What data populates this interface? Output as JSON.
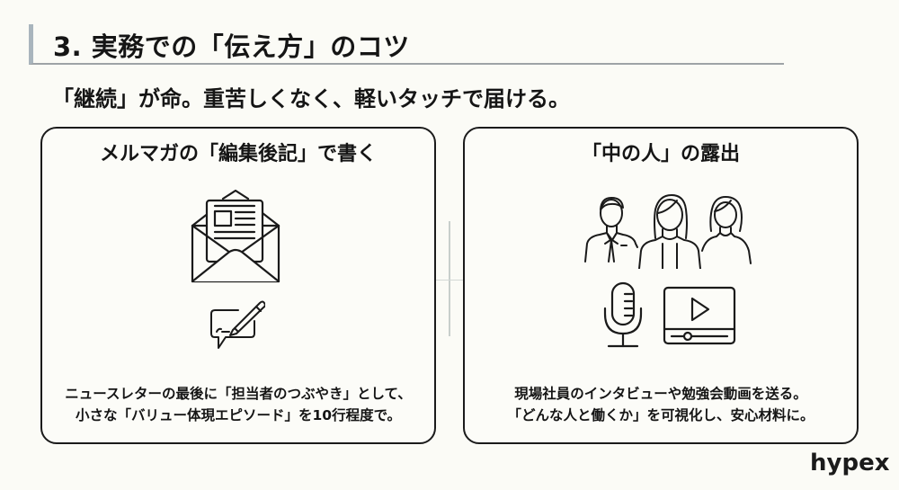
{
  "slide": {
    "title": "3. 実務での「伝え方」のコツ",
    "subtitle": "「継続」が命。重苦しくなく、軽いタッチで届ける。",
    "logo": "hypex",
    "colors": {
      "background": "#fbfbf6",
      "title_accent_bar": "#a9b5bd",
      "title_underline": "#9ea3a6",
      "card_border": "#1b1b1b",
      "divider": "#c8cfcc"
    }
  },
  "cards": [
    {
      "title": "メルマガの「編集後記」で書く",
      "icons": [
        "newsletter-envelope-icon",
        "chat-pencil-icon"
      ],
      "body_lines": [
        "ニュースレターの最後に「担当者のつぶやき」として、",
        "小さな「バリュー体現エピソード」を10行程度で。"
      ]
    },
    {
      "title": "「中の人」の露出",
      "icons": [
        "people-group-icon",
        "microphone-icon",
        "video-player-icon"
      ],
      "body_lines": [
        "現場社員のインタビューや勉強会動画を送る。",
        "「どんな人と働くか」を可視化し、安心材料に。"
      ]
    }
  ]
}
